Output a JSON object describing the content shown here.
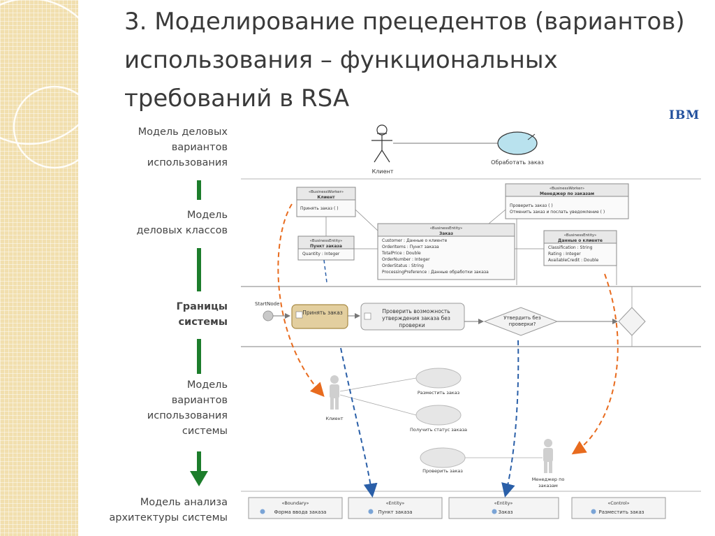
{
  "title": "3. Моделирование прецедентов (вариантов) использования – функциональных требований в RSA",
  "logo_text": "IBM",
  "layers": [
    {
      "line1": "Модель деловых",
      "line2": "вариантов",
      "line3": "использования",
      "line4": ""
    },
    {
      "line1": "Модель",
      "line2": "деловых классов",
      "line3": "",
      "line4": ""
    },
    {
      "line1": "Границы",
      "line2": "системы",
      "line3": "",
      "line4": ""
    },
    {
      "line1": "Модель",
      "line2": "вариантов",
      "line3": "использования",
      "line4": "системы"
    },
    {
      "line1": "Модель анализа",
      "line2": "архитектуры системы",
      "line3": "",
      "line4": ""
    }
  ],
  "business_usecase": {
    "actor": "Клиент",
    "usecase": "Обработать заказ"
  },
  "business_classes": {
    "worker_client": {
      "stereotype": "«BusinessWorker»",
      "name": "Клиент",
      "op1": "Принять заказ ( )"
    },
    "worker_manager": {
      "stereotype": "«BusinessWorker»",
      "name": "Менеджер по заказам",
      "op1": "Проверить заказ ( )",
      "op2": "Отменить заказ и послать уведомление ( )"
    },
    "entity_order": {
      "stereotype": "«BusinessEntity»",
      "name": "Заказ",
      "attr1": "Customer : Данные о клиенте",
      "attr2": "OrderItems : Пункт заказа",
      "attr3": "TotalPrice : Double",
      "attr4": "OrderNumber : Integer",
      "attr5": "OrderStatus : String",
      "attr6": "ProcessingPreference : Данные обработки заказа"
    },
    "entity_item": {
      "stereotype": "«BusinessEntity»",
      "name": "Пункт заказа",
      "attr1": "Quantity : Integer"
    },
    "entity_client_data": {
      "stereotype": "«BusinessEntity»",
      "name": "Данные о клиенте",
      "attr1": "Classification : String",
      "attr2": "Rating : Integer",
      "attr3": "AvailableCredit : Double"
    }
  },
  "activity": {
    "start_label": "StartNode",
    "action1": "Принять заказ",
    "action2_line1": "Проверить возможность",
    "action2_line2": "утверждения заказа без",
    "action2_line3": "проверки",
    "decision_line1": "Утвердить без",
    "decision_line2": "проверки?"
  },
  "system_usecases": {
    "actor_client": "Клиент",
    "actor_manager_line1": "Менеджер по",
    "actor_manager_line2": "заказам",
    "uc1": "Разместить заказ",
    "uc2": "Получить статус заказа",
    "uc3": "Проверить заказ"
  },
  "analysis_classes": [
    {
      "stereotype": "«Boundary»",
      "name": "Форма ввода заказа"
    },
    {
      "stereotype": "«Entity»",
      "name": "Пункт заказа"
    },
    {
      "stereotype": "«Entity»",
      "name": "Заказ"
    },
    {
      "stereotype": "«Control»",
      "name": "Разместить заказ"
    }
  ],
  "colors": {
    "green_arrow": "#1c7d2b",
    "orange_dashed": "#e86b1e",
    "blue_dashed": "#2a5fa8",
    "action_fill": "#e3cf9f"
  }
}
